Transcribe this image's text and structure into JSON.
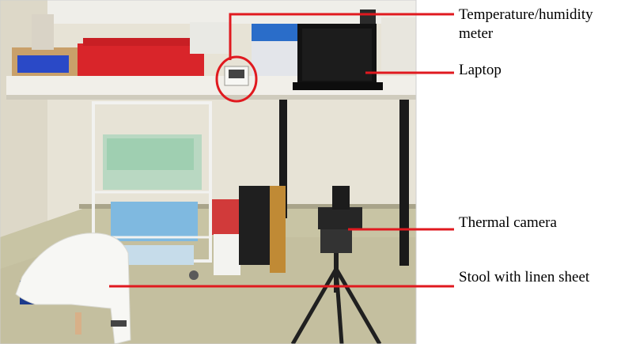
{
  "labels": {
    "temperature_meter": "Temperature/humidity meter",
    "laptop": "Laptop",
    "thermal_camera": "Thermal camera",
    "stool": "Stool with linen sheet"
  },
  "colors": {
    "callout_line": "#e0191f",
    "wall": "#e9e5d9",
    "floor": "#c9c5a6",
    "desk": "#f1efe9",
    "tray": "#d9252a",
    "stool_seat": "#1c3a8c",
    "linen": "#f6f6f4"
  }
}
